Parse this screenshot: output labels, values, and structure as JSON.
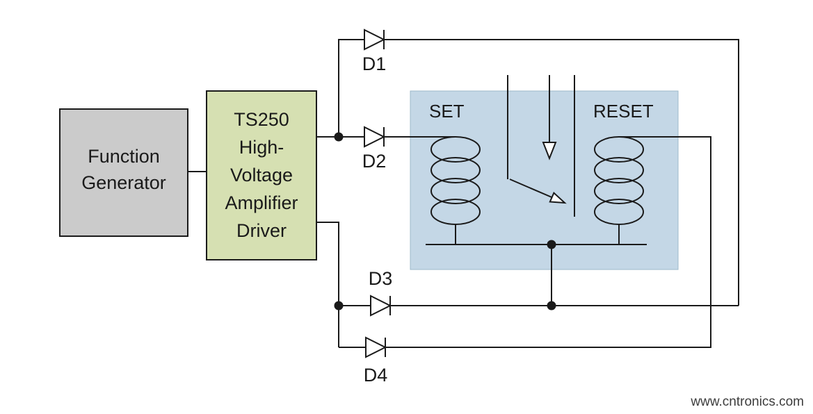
{
  "blocks": {
    "function_generator": {
      "lines": [
        "Function",
        "Generator"
      ],
      "fill": "#cbcbcb"
    },
    "amplifier": {
      "lines": [
        "TS250",
        "High-",
        "Voltage",
        "Amplifier",
        "Driver"
      ],
      "fill": "#d6e0b2"
    },
    "relay": {
      "set_label": "SET",
      "reset_label": "RESET",
      "fill": "#c4d7e6"
    }
  },
  "diodes": {
    "d1": "D1",
    "d2": "D2",
    "d3": "D3",
    "d4": "D4"
  },
  "watermark": {
    "text": "www.cntronics.com",
    "color": "#a6d14e"
  }
}
